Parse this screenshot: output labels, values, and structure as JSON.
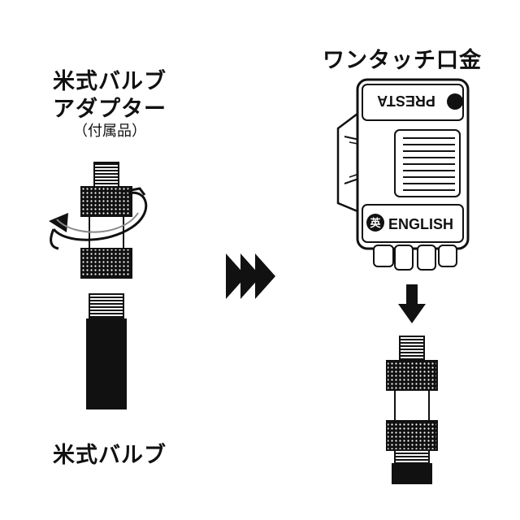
{
  "labels": {
    "adapter_line1": "米式バルブ",
    "adapter_line2": "アダプター",
    "adapter_note": "（付属品）",
    "american_valve": "米式バルブ",
    "pump_head": "ワンタッチ口金"
  },
  "pump_head": {
    "top_mark": "PRESTA",
    "bottom_mark": "ENGLISH",
    "bottom_badge": "英"
  },
  "colors": {
    "ink": "#111111",
    "gray": "#8a8a8a"
  }
}
